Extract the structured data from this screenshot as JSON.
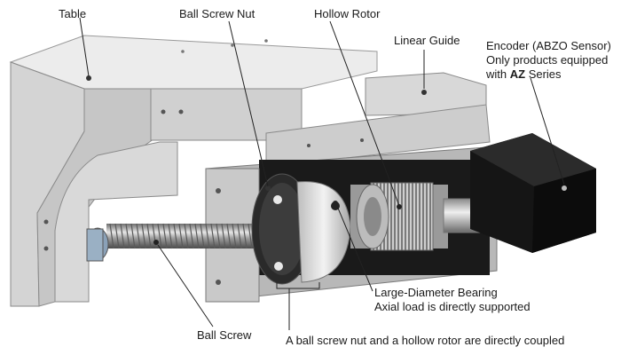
{
  "labels": {
    "table": "Table",
    "ball_screw_nut": "Ball Screw Nut",
    "hollow_rotor": "Hollow Rotor",
    "linear_guide": "Linear Guide",
    "encoder_line1": "Encoder (ABZO Sensor)",
    "encoder_line2": "Only products equipped",
    "encoder_line3_prefix": "with ",
    "encoder_line3_bold": "AZ",
    "encoder_line3_suffix": " Series",
    "bearing_line1": "Large-Diameter Bearing",
    "bearing_line2": "Axial load is directly supported",
    "ball_screw": "Ball Screw",
    "coupled_note": "A ball screw nut and a hollow rotor are directly coupled"
  }
}
